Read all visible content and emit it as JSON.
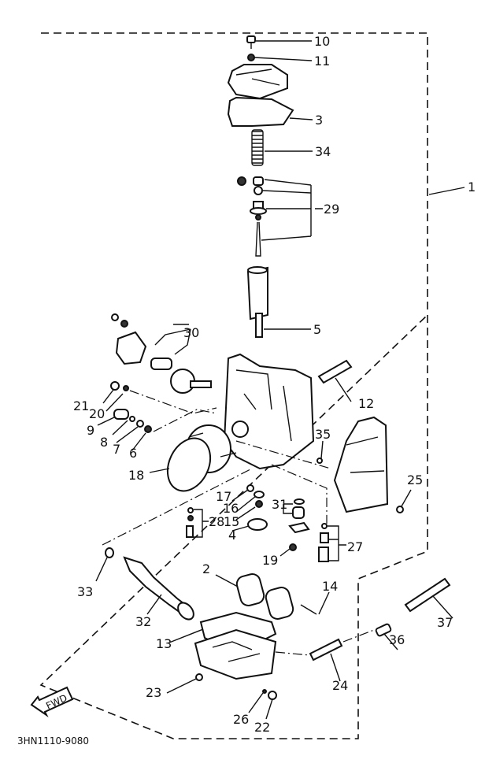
{
  "diagram": {
    "title": "Carburetor exploded parts diagram",
    "code": "3HN1110-9080",
    "fwd_label": "FWD",
    "callouts": [
      {
        "id": "c1",
        "text": "1"
      },
      {
        "id": "c2",
        "text": "2"
      },
      {
        "id": "c3",
        "text": "3"
      },
      {
        "id": "c4",
        "text": "4"
      },
      {
        "id": "c5",
        "text": "5"
      },
      {
        "id": "c6",
        "text": "6"
      },
      {
        "id": "c7",
        "text": "7"
      },
      {
        "id": "c8",
        "text": "8"
      },
      {
        "id": "c9",
        "text": "9"
      },
      {
        "id": "c10",
        "text": "10"
      },
      {
        "id": "c11",
        "text": "11"
      },
      {
        "id": "c12",
        "text": "12"
      },
      {
        "id": "c13",
        "text": "13"
      },
      {
        "id": "c14",
        "text": "14"
      },
      {
        "id": "c15",
        "text": "15"
      },
      {
        "id": "c16",
        "text": "16"
      },
      {
        "id": "c17",
        "text": "17"
      },
      {
        "id": "c18",
        "text": "18"
      },
      {
        "id": "c19",
        "text": "19"
      },
      {
        "id": "c20",
        "text": "20"
      },
      {
        "id": "c21",
        "text": "21"
      },
      {
        "id": "c22",
        "text": "22"
      },
      {
        "id": "c23",
        "text": "23"
      },
      {
        "id": "c24",
        "text": "24"
      },
      {
        "id": "c25",
        "text": "25"
      },
      {
        "id": "c26",
        "text": "26"
      },
      {
        "id": "c27",
        "text": "27"
      },
      {
        "id": "c28",
        "text": "28"
      },
      {
        "id": "c29",
        "text": "29"
      },
      {
        "id": "c30",
        "text": "30"
      },
      {
        "id": "c31",
        "text": "31"
      },
      {
        "id": "c32",
        "text": "32"
      },
      {
        "id": "c33",
        "text": "33"
      },
      {
        "id": "c34",
        "text": "34"
      },
      {
        "id": "c35",
        "text": "35"
      },
      {
        "id": "c36",
        "text": "36"
      },
      {
        "id": "c37",
        "text": "37"
      }
    ]
  }
}
